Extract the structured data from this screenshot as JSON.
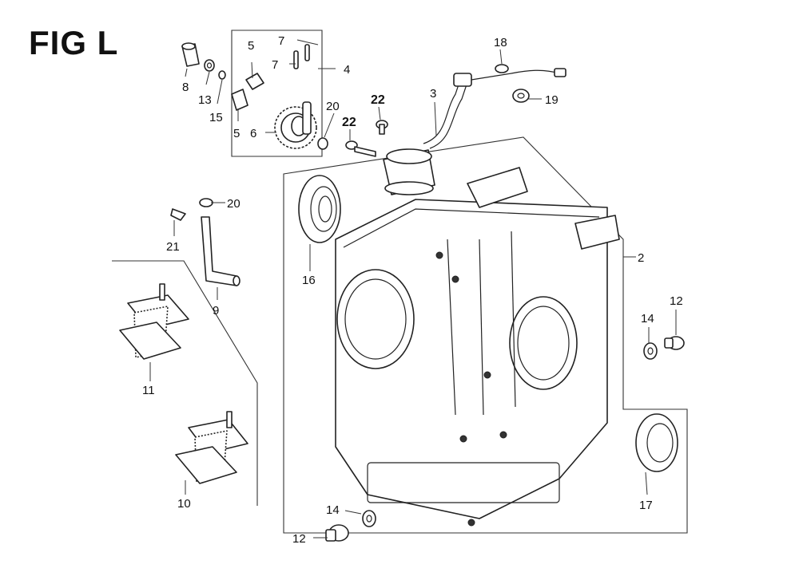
{
  "figure": {
    "title": "FIG L"
  },
  "callouts": {
    "c2": "2",
    "c3": "3",
    "c4": "4",
    "c5a": "5",
    "c5b": "5",
    "c6": "6",
    "c7a": "7",
    "c7b": "7",
    "c8": "8",
    "c9": "9",
    "c10": "10",
    "c11": "11",
    "c12a": "12",
    "c12b": "12",
    "c13": "13",
    "c14a": "14",
    "c14b": "14",
    "c15": "15",
    "c16": "16",
    "c17": "17",
    "c18": "18",
    "c19": "19",
    "c20a": "20",
    "c20b": "20",
    "c21": "21",
    "c22a": "22",
    "c22b": "22"
  }
}
